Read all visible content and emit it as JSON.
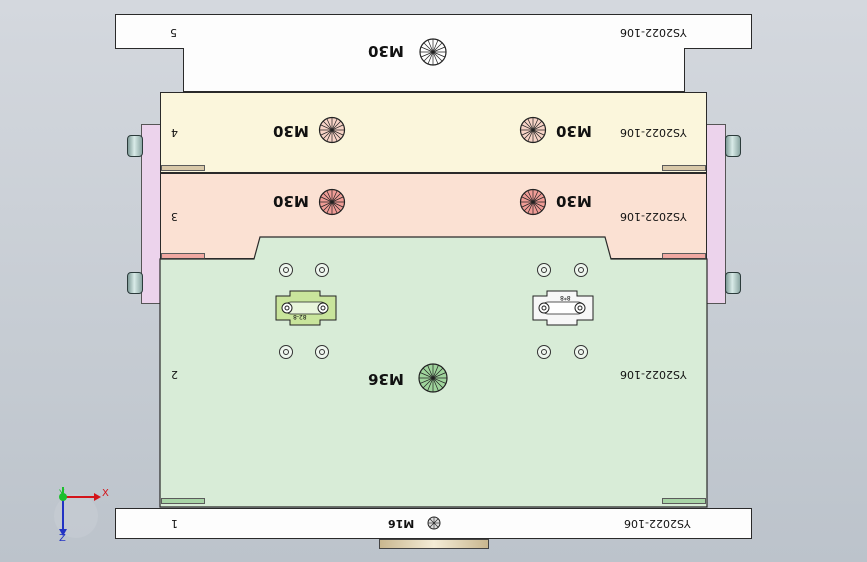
{
  "plates": {
    "p5": {
      "number": "5",
      "part_code": "YS2022-106",
      "thread": "M30"
    },
    "p4": {
      "number": "4",
      "part_code": "YS2022-106",
      "thread_left": "M30",
      "thread_right": "M30"
    },
    "p3": {
      "number": "3",
      "part_code": "YS2022-106",
      "thread_left": "M30",
      "thread_right": "M30"
    },
    "p2": {
      "number": "2",
      "part_code": "YS2022-106",
      "thread": "M36",
      "block_left_label": "82-8",
      "block_right_label": "8*8"
    },
    "p1": {
      "number": "1",
      "part_code": "YS2022-106",
      "thread": "M16"
    }
  },
  "axis_triad": {
    "x_label": "X",
    "y_label": "Y",
    "z_label": "Z"
  },
  "colors": {
    "plate4": "#fbf6dc",
    "plate3": "#fbe1d3",
    "plate2": "#d8ecd7",
    "white_plate": "#fdfdfd",
    "guide": "#ecd3ec"
  },
  "icons": [
    "thread-hole-icon",
    "axis-triad-icon"
  ]
}
